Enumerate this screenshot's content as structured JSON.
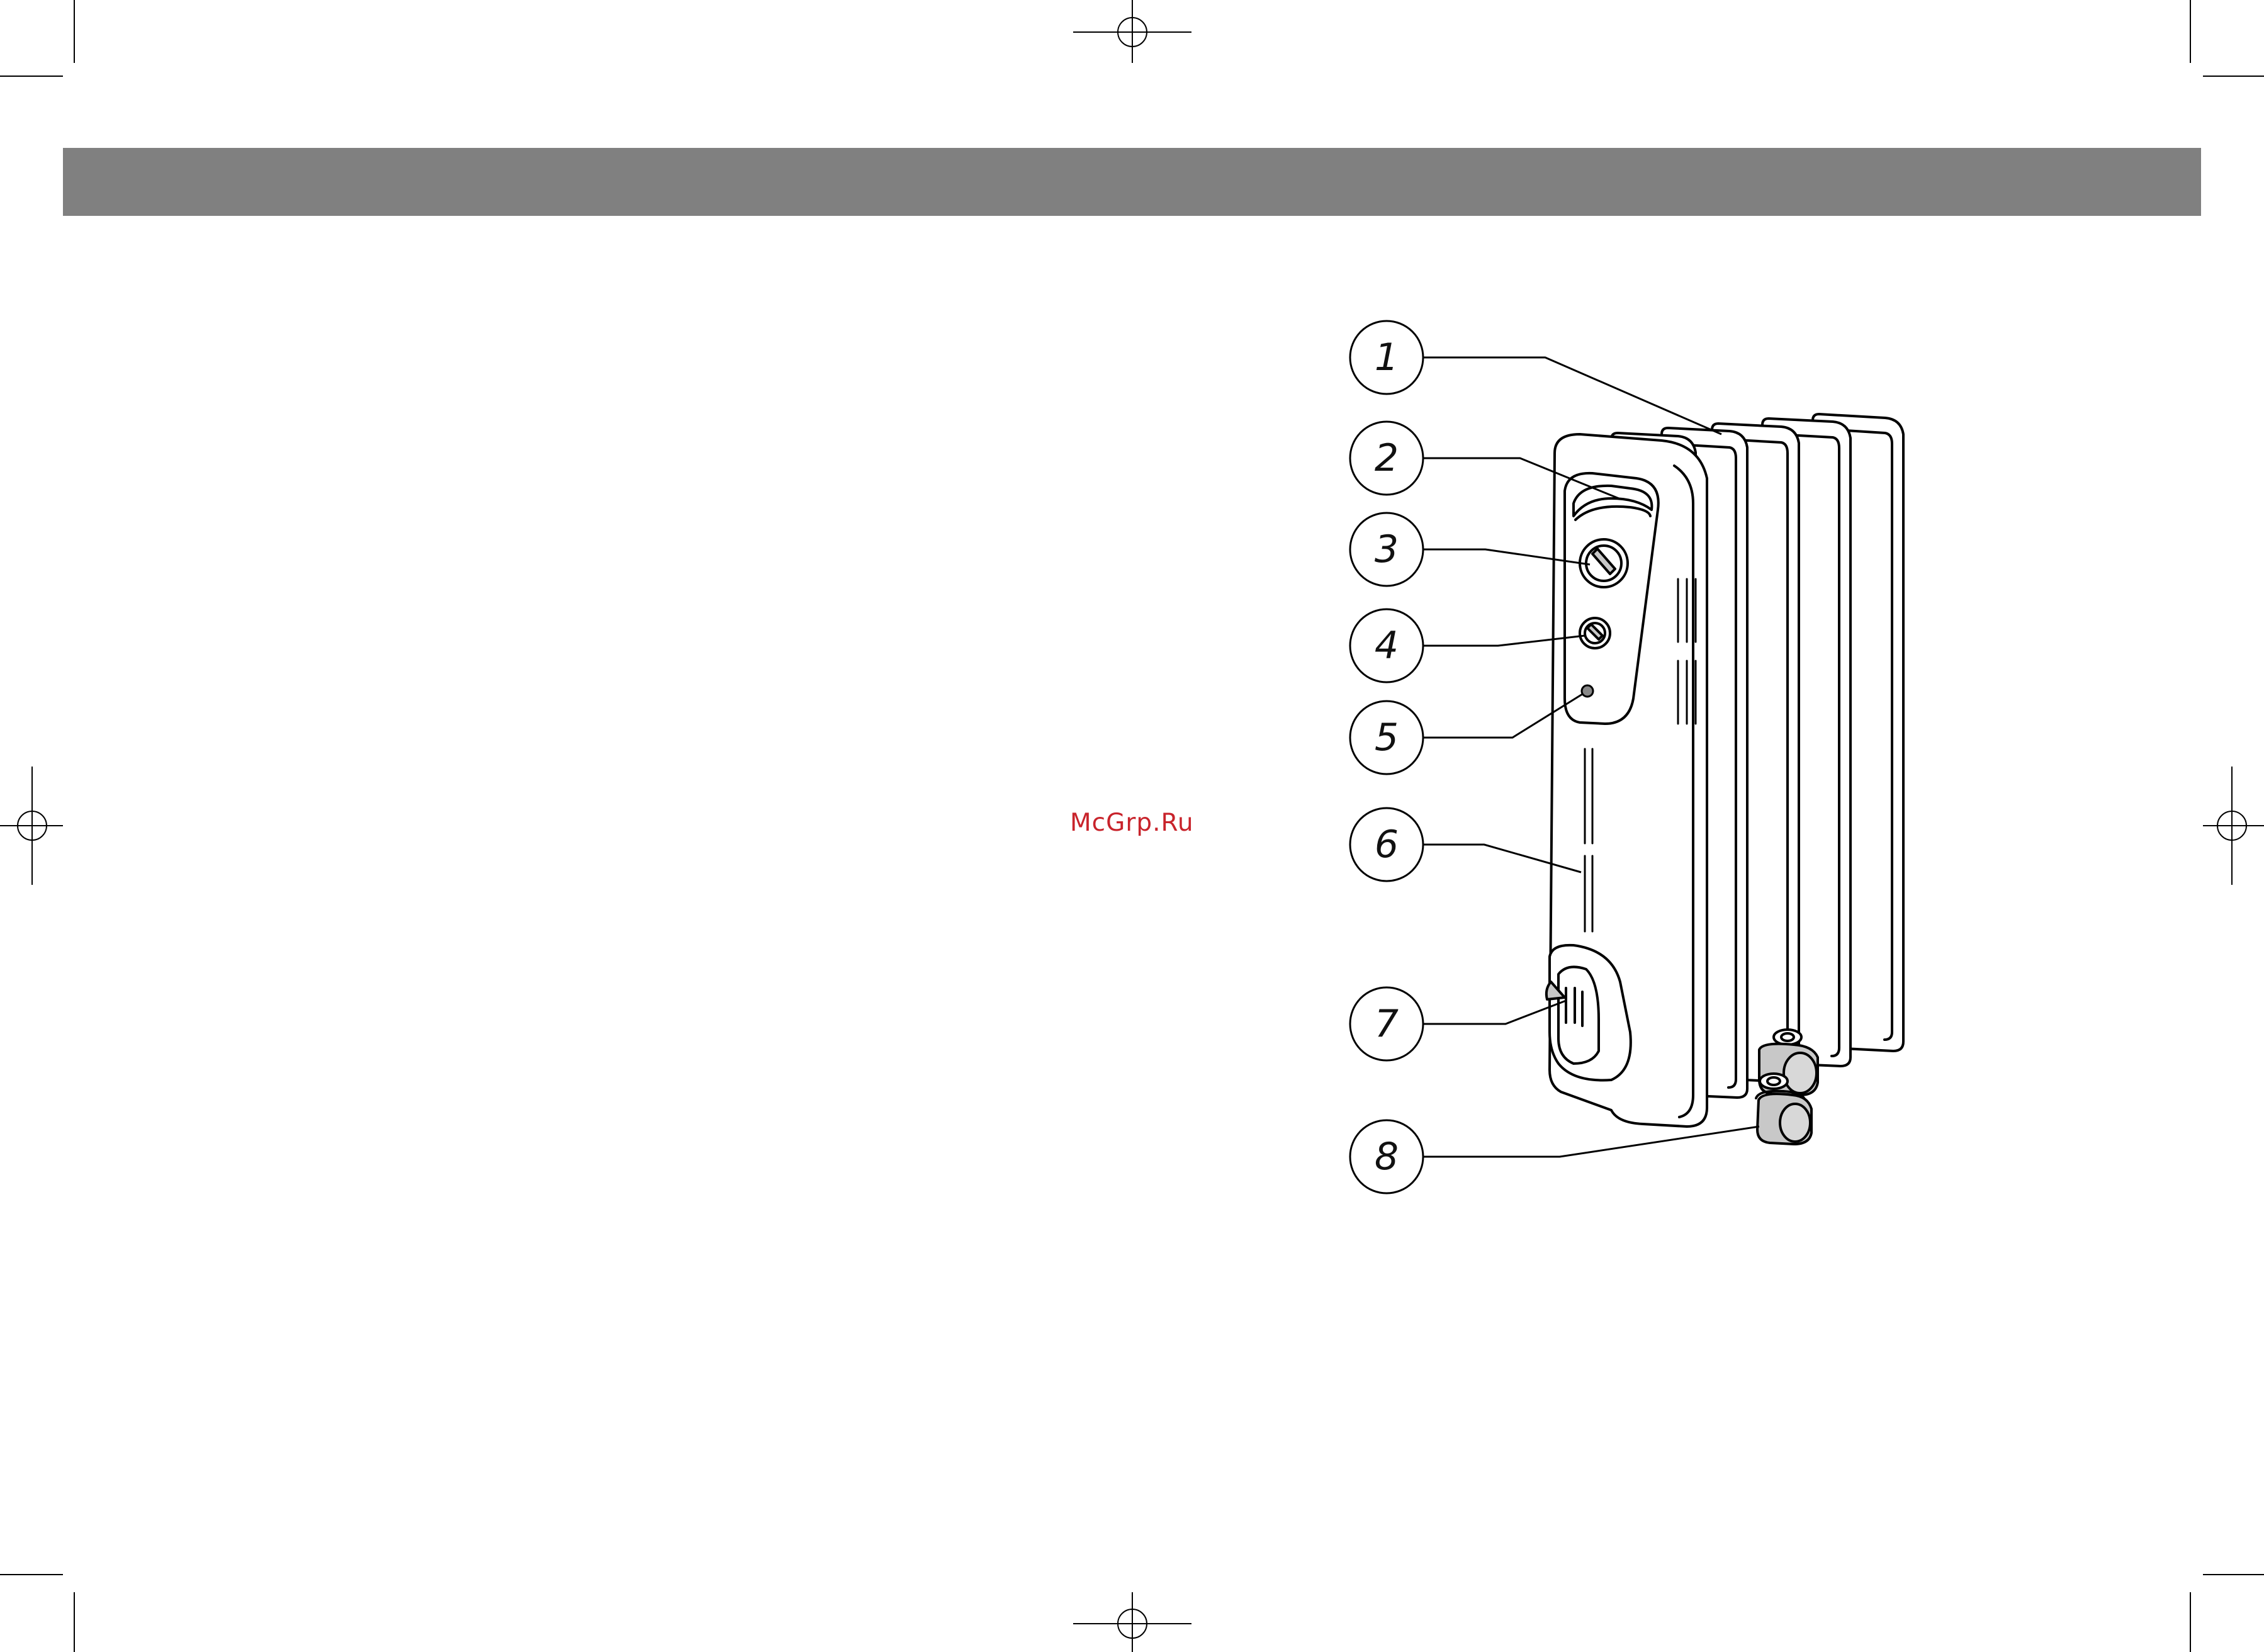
{
  "header": {
    "bar_color": "#808080"
  },
  "watermark": {
    "text": "McGrp.Ru",
    "color": "#c8232b"
  },
  "illustration": {
    "subject": "oil-filled radiator heater",
    "callouts": [
      {
        "number": "1",
        "part": "heating fins"
      },
      {
        "number": "2",
        "part": "control panel cover"
      },
      {
        "number": "3",
        "part": "thermostat knob"
      },
      {
        "number": "4",
        "part": "power switch knob"
      },
      {
        "number": "5",
        "part": "indicator lamp"
      },
      {
        "number": "6",
        "part": "side panel"
      },
      {
        "number": "7",
        "part": "cord storage"
      },
      {
        "number": "8",
        "part": "wheels"
      }
    ]
  },
  "crop_marks": {
    "color": "#000000"
  }
}
